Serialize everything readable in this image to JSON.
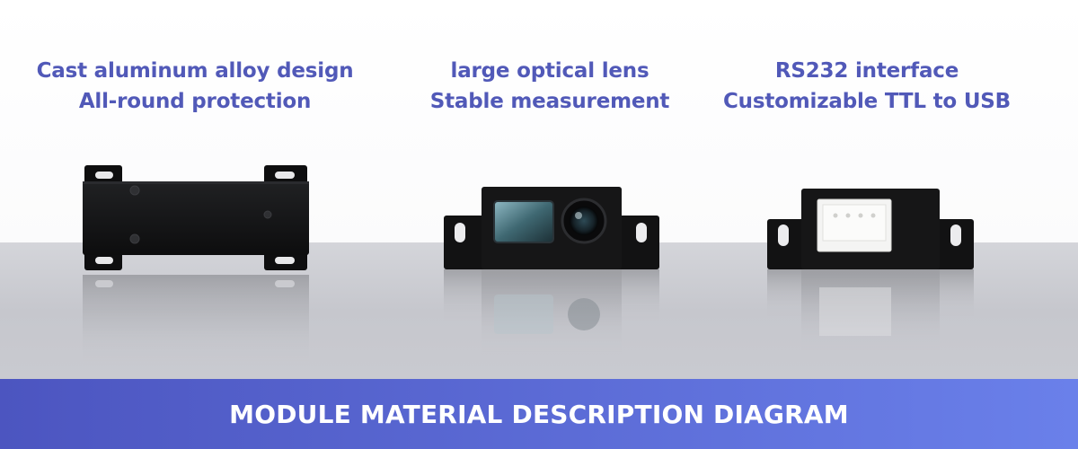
{
  "colors": {
    "caption_text": "#5159b8",
    "banner_left": "#4c55c0",
    "banner_right": "#6a80ea",
    "module_body": "#141415",
    "floor": "#cfd0d5"
  },
  "captions": [
    {
      "line1": "Cast aluminum alloy design",
      "line2": "All-round protection"
    },
    {
      "line1": "large optical lens",
      "line2": "Stable measurement"
    },
    {
      "line1": "RS232 interface",
      "line2": "Customizable TTL to USB"
    }
  ],
  "products": [
    {
      "name": "module-rear-view"
    },
    {
      "name": "module-lens-front-view"
    },
    {
      "name": "module-connector-view"
    }
  ],
  "banner": {
    "title": "MODULE MATERIAL DESCRIPTION DIAGRAM"
  }
}
